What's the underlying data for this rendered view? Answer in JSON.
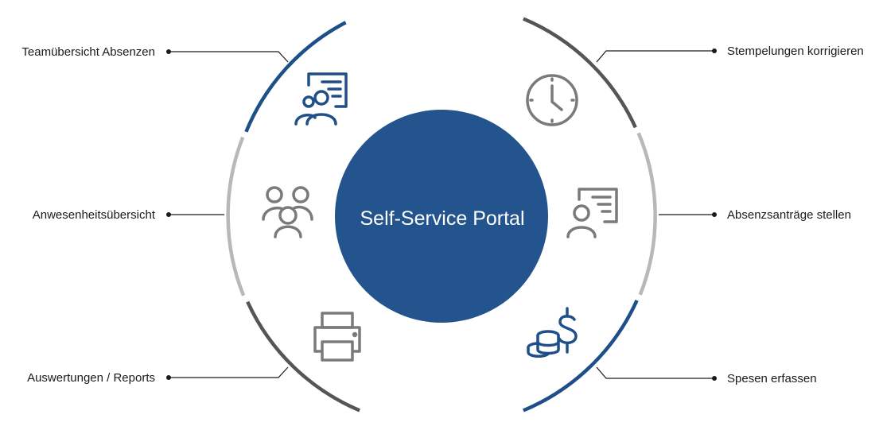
{
  "center": {
    "title": "Self-Service Portal",
    "color": "#23548d"
  },
  "colors": {
    "blue": "#1f4f88",
    "dark_gray": "#555555",
    "light_gray": "#b8b8b8",
    "icon_gray": "#7a7a7a"
  },
  "left_items": [
    {
      "label": "Teamübersicht Absenzen",
      "icon": "team-overview-icon",
      "icon_color": "blue"
    },
    {
      "label": "Anwesenheitsübersicht",
      "icon": "group-people-icon",
      "icon_color": "gray"
    },
    {
      "label": "Auswertungen / Reports",
      "icon": "printer-icon",
      "icon_color": "gray"
    }
  ],
  "right_items": [
    {
      "label": "Stempelungen korrigieren",
      "icon": "clock-icon",
      "icon_color": "gray"
    },
    {
      "label": "Absenzsanträge stellen",
      "icon": "person-document-icon",
      "icon_color": "gray"
    },
    {
      "label": "Spesen erfassen",
      "icon": "coins-dollar-icon",
      "icon_color": "blue"
    }
  ]
}
